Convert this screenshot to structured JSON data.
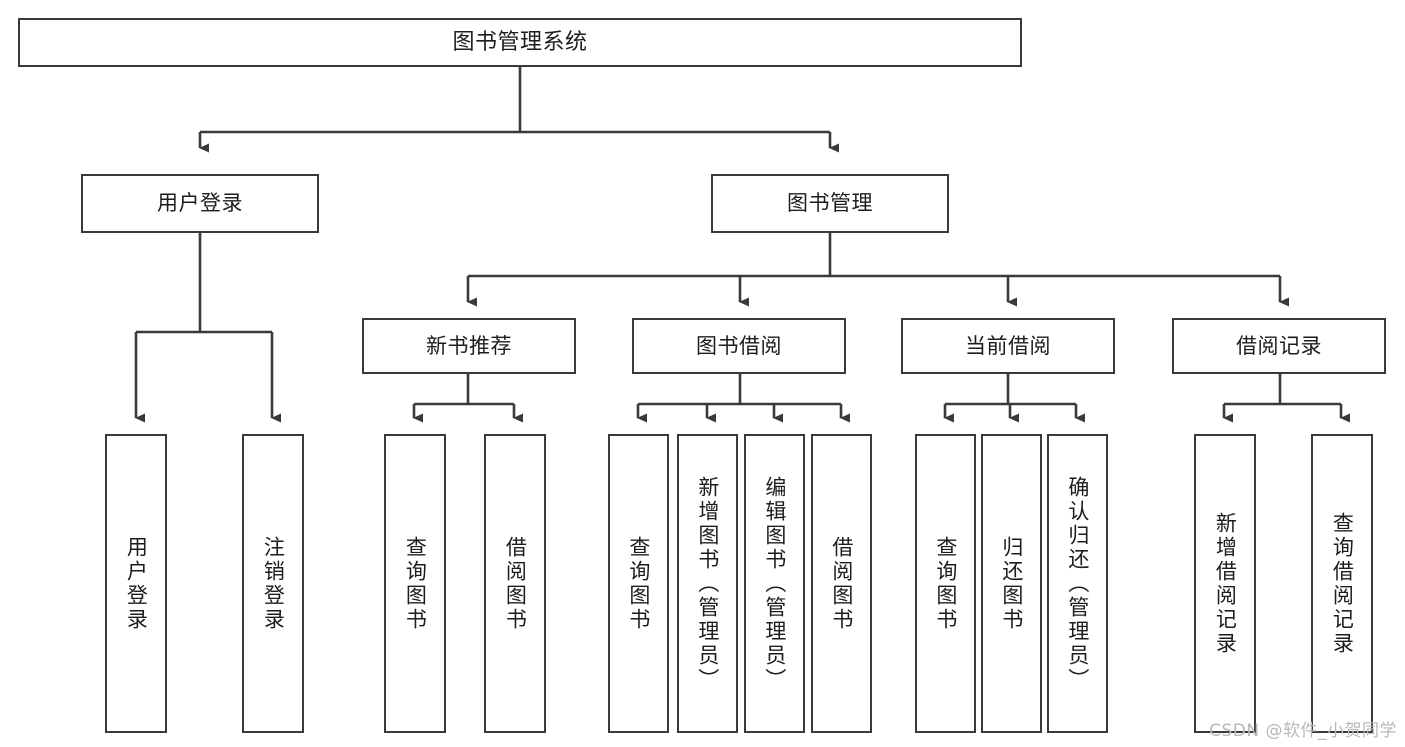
{
  "diagram": {
    "type": "tree",
    "title": "图书管理系统",
    "watermark": "CSDN @软件_小贺同学",
    "colors": {
      "stroke": "#3a3a3a",
      "fill": "#ffffff",
      "text": "#1d1d1d",
      "watermark": "#b8b8b8"
    },
    "nodes": {
      "root": {
        "label": "图书管理系统"
      },
      "level2": [
        {
          "label": "用户登录"
        },
        {
          "label": "图书管理"
        }
      ],
      "level3": [
        {
          "label": "新书推荐"
        },
        {
          "label": "图书借阅"
        },
        {
          "label": "当前借阅"
        },
        {
          "label": "借阅记录"
        }
      ],
      "leaves": {
        "user_login": [
          {
            "label": "用户登录"
          },
          {
            "label": "注销登录"
          }
        ],
        "new_book": [
          {
            "label": "查询图书"
          },
          {
            "label": "借阅图书"
          }
        ],
        "borrow_book": [
          {
            "label": "查询图书"
          },
          {
            "label": "新增图书（管理员）"
          },
          {
            "label": "编辑图书（管理员）"
          },
          {
            "label": "借阅图书"
          }
        ],
        "current_borrow": [
          {
            "label": "查询图书"
          },
          {
            "label": "归还图书"
          },
          {
            "label": "确认归还（管理员）"
          }
        ],
        "borrow_record": [
          {
            "label": "新增借阅记录"
          },
          {
            "label": "查询借阅记录"
          }
        ]
      }
    }
  }
}
